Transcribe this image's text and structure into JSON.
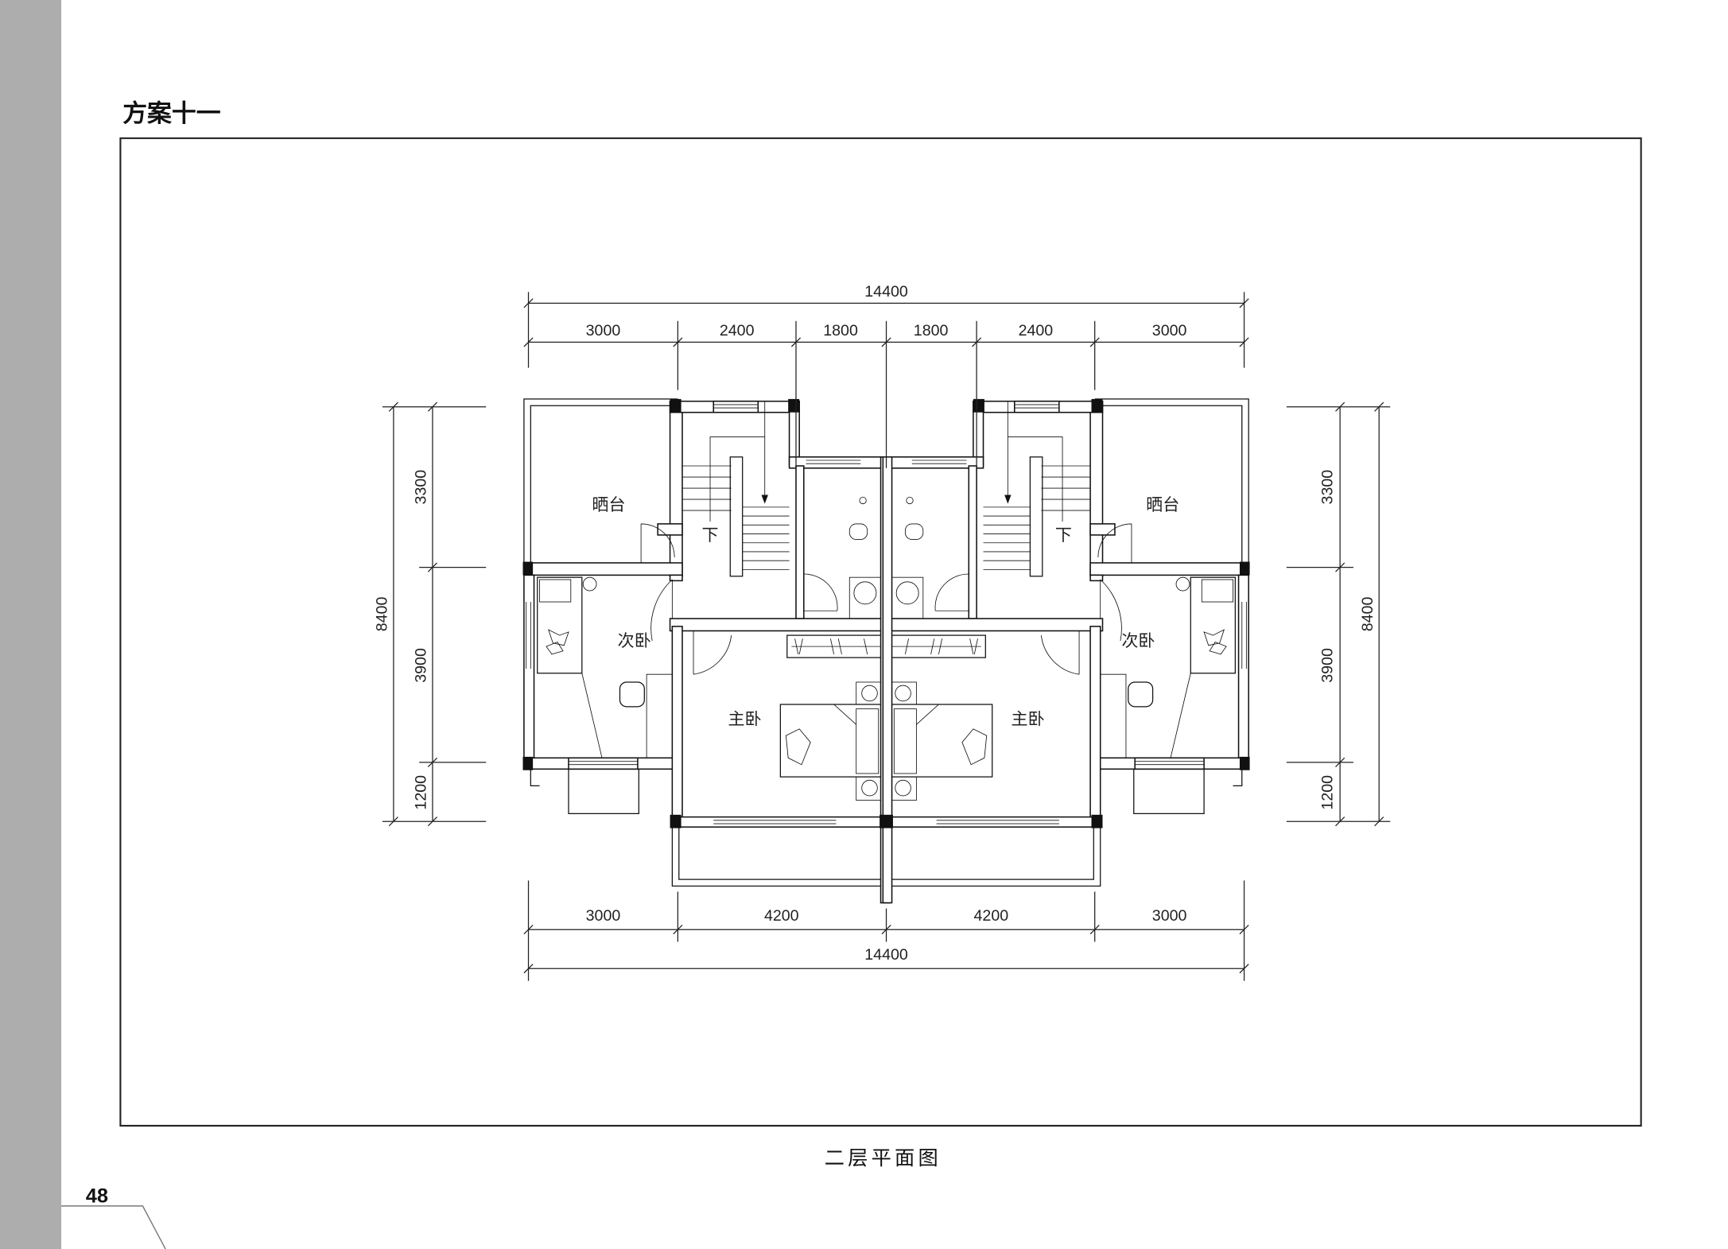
{
  "page": {
    "title": "方案十一",
    "caption": "二层平面图",
    "page_number": "48",
    "side_bar_color": "#adadad"
  },
  "plan": {
    "dims_top": {
      "total": "14400",
      "segments": [
        "3000",
        "2400",
        "1800",
        "1800",
        "2400",
        "3000"
      ]
    },
    "dims_bottom": {
      "total": "14400",
      "segments": [
        "3000",
        "4200",
        "4200",
        "3000"
      ]
    },
    "dims_left": {
      "total": "8400",
      "segments": [
        "3300",
        "3900",
        "1200"
      ]
    },
    "dims_right": {
      "total": "8400",
      "segments": [
        "3300",
        "3900",
        "1200"
      ]
    },
    "rooms": {
      "left": {
        "balcony": "晒台",
        "stair_down": "下",
        "second_bedroom": "次卧",
        "master_bedroom": "主卧"
      },
      "right": {
        "balcony": "晒台",
        "stair_down": "下",
        "second_bedroom": "次卧",
        "master_bedroom": "主卧"
      }
    }
  }
}
